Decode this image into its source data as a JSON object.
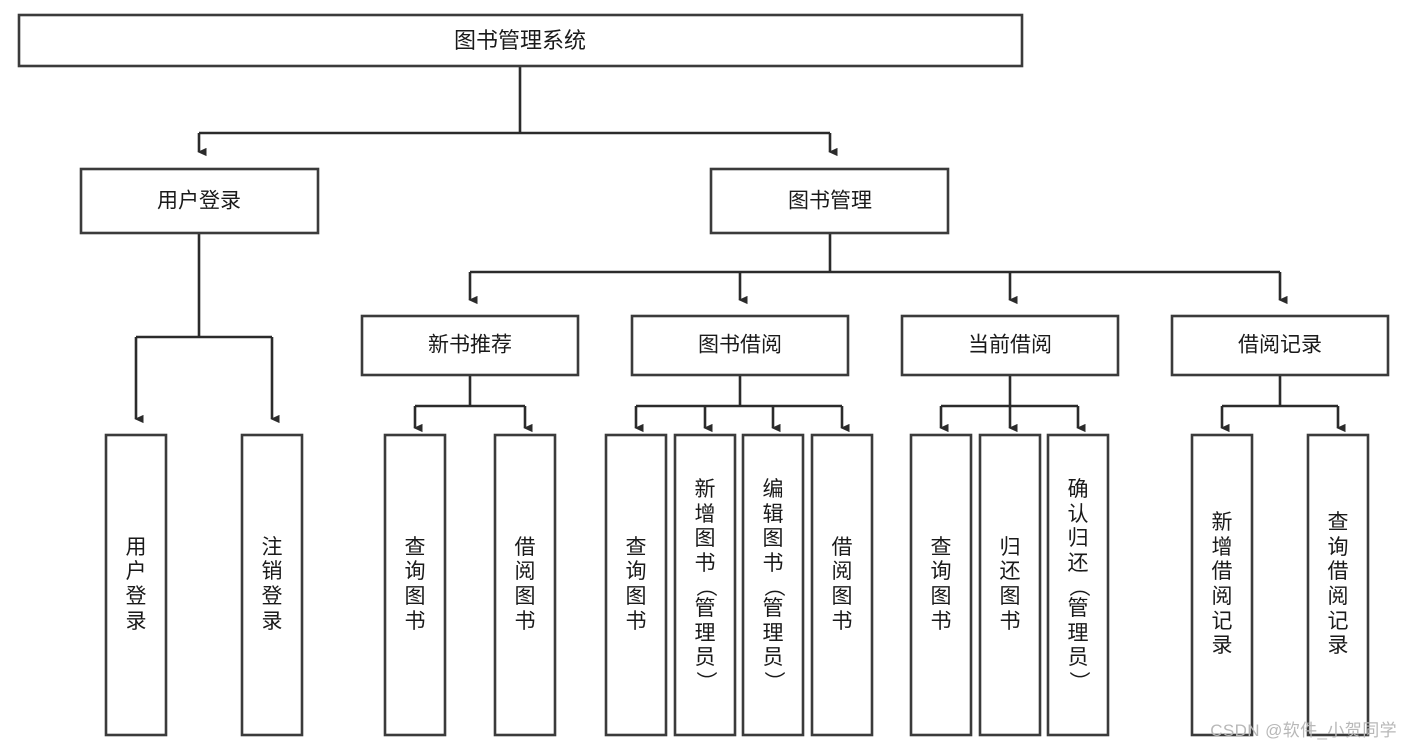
{
  "diagram": {
    "type": "tree-hierarchy",
    "title": "图书管理系统",
    "watermark": "CSDN @软件_小贺同学",
    "colors": {
      "box_stroke": "#3b3b3b",
      "connector": "#2b2b2b",
      "box_fill": "#ffffff",
      "text": "#1a1a1a",
      "background": "#ffffff",
      "watermark": "#b8b8b8"
    },
    "levels": {
      "root": {
        "label": "图书管理系统"
      },
      "level2": [
        {
          "label": "用户登录"
        },
        {
          "label": "图书管理"
        }
      ],
      "level3": [
        {
          "label": "新书推荐"
        },
        {
          "label": "图书借阅"
        },
        {
          "label": "当前借阅"
        },
        {
          "label": "借阅记录"
        }
      ],
      "leaves": [
        {
          "label": "用户登录",
          "parent": "用户登录"
        },
        {
          "label": "注销登录",
          "parent": "用户登录"
        },
        {
          "label": "查询图书",
          "parent": "新书推荐"
        },
        {
          "label": "借阅图书",
          "parent": "新书推荐"
        },
        {
          "label": "查询图书",
          "parent": "图书借阅"
        },
        {
          "label": "新增图书（管理员）",
          "parent": "图书借阅"
        },
        {
          "label": "编辑图书（管理员）",
          "parent": "图书借阅"
        },
        {
          "label": "借阅图书",
          "parent": "图书借阅"
        },
        {
          "label": "查询图书",
          "parent": "当前借阅"
        },
        {
          "label": "归还图书",
          "parent": "当前借阅"
        },
        {
          "label": "确认归还（管理员）",
          "parent": "当前借阅"
        },
        {
          "label": "新增借阅记录",
          "parent": "借阅记录"
        },
        {
          "label": "查询借阅记录",
          "parent": "借阅记录"
        }
      ]
    }
  }
}
